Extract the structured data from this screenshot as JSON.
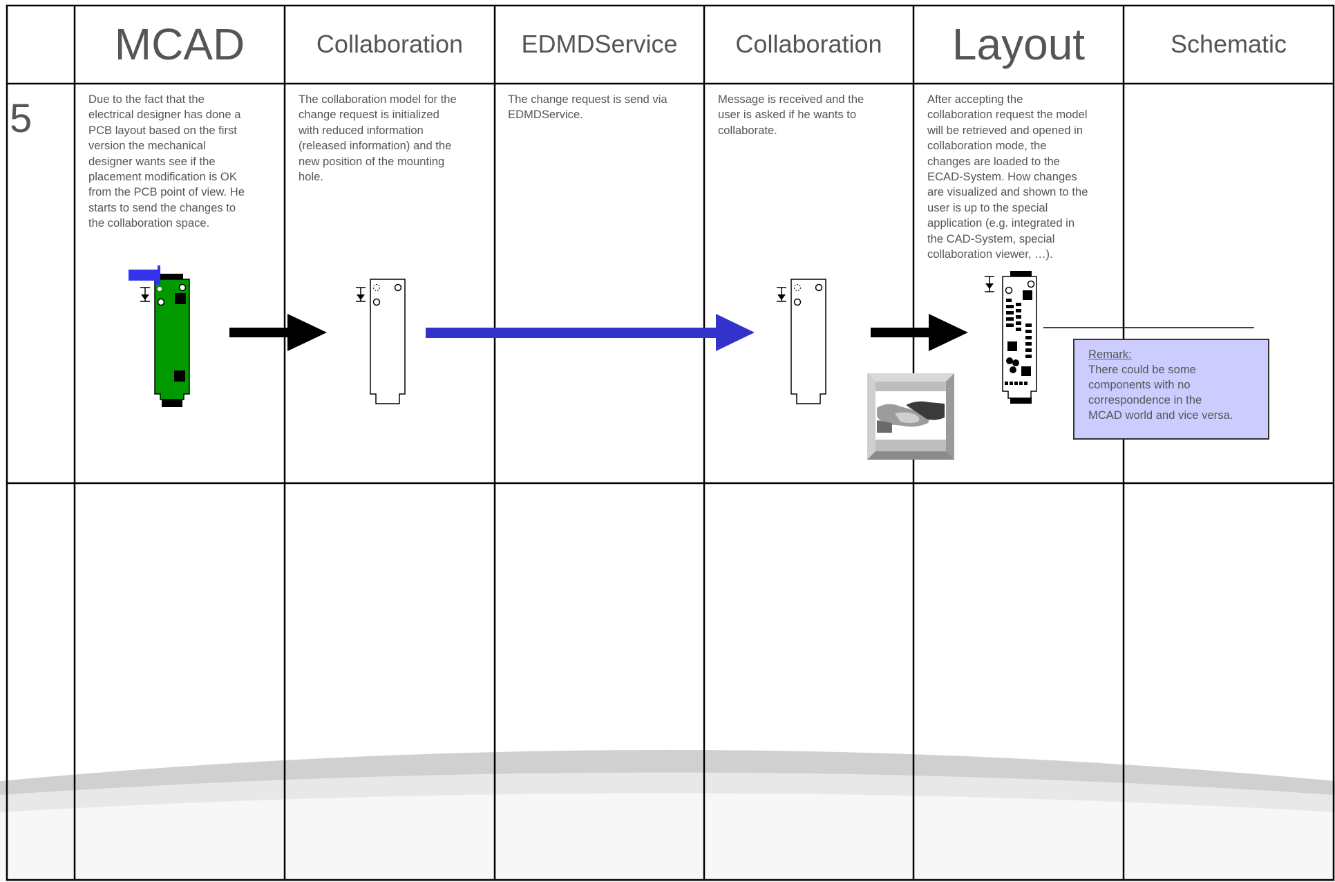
{
  "columns": [
    {
      "header": "MCAD",
      "description": "Due to the fact that the\nelectrical designer has done a\nPCB layout based on the first\nversion the mechanical\ndesigner wants see if the\nplacement modification is OK\nfrom the PCB point of view. He\nstarts to send the changes to\nthe collaboration space."
    },
    {
      "header": "Collaboration",
      "description": "The collaboration model for the\nchange request is initialized\nwith reduced information\n(released information) and the\nnew position of the mounting\nhole."
    },
    {
      "header": "EDMDService",
      "description": "The change request is send via\nEDMDService."
    },
    {
      "header": "Collaboration",
      "description": "Message is received and the\nuser is asked if he wants to\ncollaborate."
    },
    {
      "header": "Layout",
      "description": "After accepting the\ncollaboration request the model\nwill be retrieved and opened in\ncollaboration mode, the\nchanges are loaded to the\nECAD-System. How changes\nare visualized and shown to the\nuser is up to the special\napplication (e.g. integrated in\nthe CAD-System, special\ncollaboration viewer, …)."
    },
    {
      "header": "Schematic",
      "description": ""
    }
  ],
  "row_number": "5",
  "remark": {
    "title": "Remark:",
    "body": "There could be some\ncomponents with no\ncorrespondence in the\nMCAD world and vice versa."
  },
  "icons": [
    "pcb-board-green-icon",
    "pcb-outline-icon",
    "arrow-right-icon",
    "handshake-photo-icon",
    "pcb-layout-icon",
    "mounting-hole-marker-icon"
  ],
  "colors": {
    "pcb_green": "#009900",
    "change_blue": "#3333cc",
    "remark_fill": "#ccccff",
    "text_gray": "#555555",
    "grid_line": "#000000"
  }
}
